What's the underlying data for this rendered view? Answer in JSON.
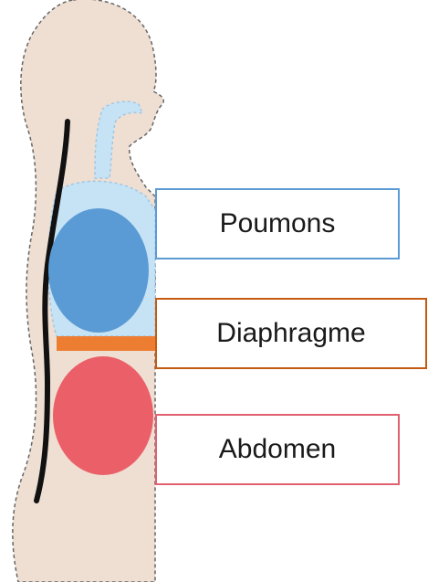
{
  "labels": {
    "lungs": "Poumons",
    "diaphragm": "Diaphragme",
    "abdomen": "Abdomen"
  },
  "colors": {
    "body_fill": "#efdfd3",
    "airway_fill": "#c6e2f5",
    "spine": "#111111",
    "lungs": "#5b9bd5",
    "diaphragm": "#ed7d31",
    "abdomen": "#eb6068"
  }
}
